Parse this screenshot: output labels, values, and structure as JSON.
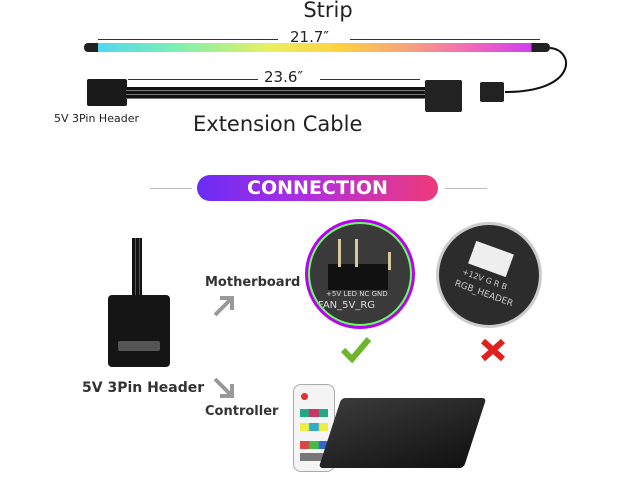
{
  "strip": {
    "title": "Strip",
    "length": "21.7″"
  },
  "extension": {
    "title": "Extension Cable",
    "length": "23.6″",
    "connector_label": "5V 3Pin Header"
  },
  "connection": {
    "title": "CONNECTION",
    "header_label": "5V 3Pin Header",
    "options": [
      {
        "label": "Motherboard",
        "board_text": "FAN_5V_RG",
        "pins": "+5V LED NC GND",
        "status": "supported",
        "mark": "check",
        "color": "#6cb52d"
      },
      {
        "label": "Controller"
      }
    ],
    "rejected": {
      "board_text": "RGB_HEADER",
      "pins": "+12V G R B",
      "mark": "x",
      "color": "#e0201e"
    }
  },
  "colors": {
    "pill_start": "#6a2cf5",
    "pill_end": "#ef3a7a",
    "check": "#6cb52d",
    "cross": "#e0201e"
  }
}
